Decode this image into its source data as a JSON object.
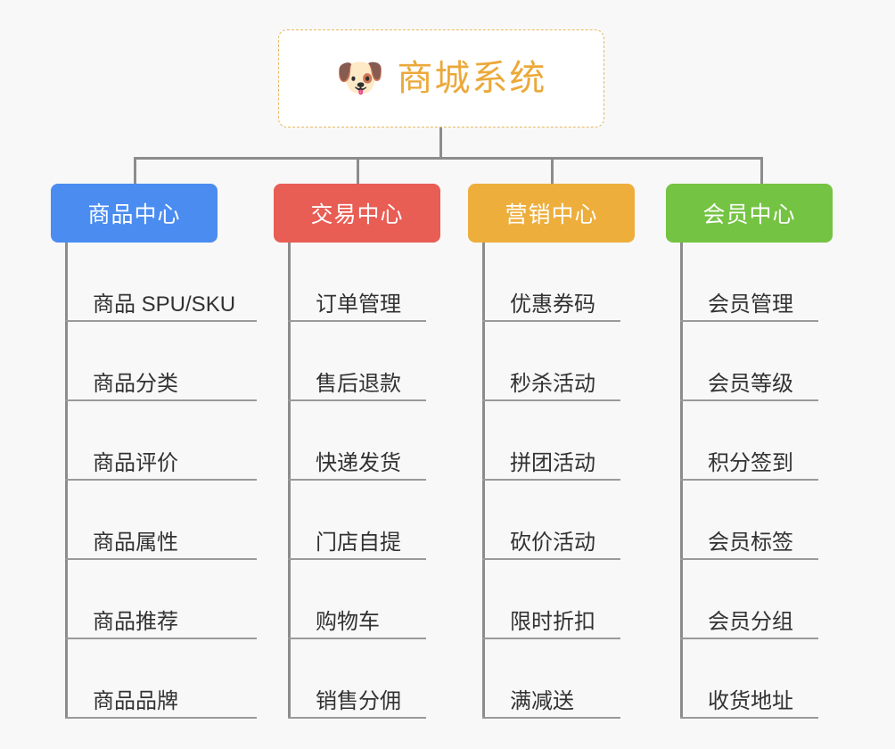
{
  "diagram": {
    "title": "商城系统",
    "background_color": "#f8f8f8",
    "root": {
      "label": "商城系统",
      "icon": "dog-face-emoji",
      "emoji": "🐶",
      "text_color": "#eba93a",
      "border_color": "#e8b960",
      "background_color": "#ffffff"
    },
    "connector_color": "#8c8c8c",
    "leaf_text_color": "#323232",
    "leaf_rule_color": "#9a9a9a",
    "categories": [
      {
        "label": "商品中心",
        "color": "#4a8cf0",
        "text_color": "#ffffff",
        "items": [
          "商品 SPU/SKU",
          "商品分类",
          "商品评价",
          "商品属性",
          "商品推荐",
          "商品品牌"
        ]
      },
      {
        "label": "交易中心",
        "color": "#e85d54",
        "text_color": "#ffffff",
        "items": [
          "订单管理",
          "售后退款",
          "快递发货",
          "门店自提",
          "购物车",
          "销售分佣"
        ]
      },
      {
        "label": "营销中心",
        "color": "#edae3c",
        "text_color": "#ffffff",
        "items": [
          "优惠券码",
          "秒杀活动",
          "拼团活动",
          "砍价活动",
          "限时折扣",
          "满减送"
        ]
      },
      {
        "label": "会员中心",
        "color": "#74c343",
        "text_color": "#ffffff",
        "items": [
          "会员管理",
          "会员等级",
          "积分签到",
          "会员标签",
          "会员分组",
          "收货地址"
        ]
      }
    ]
  },
  "layout": {
    "column_left": [
      57,
      307,
      525,
      747
    ],
    "column_header_width": [
      187,
      187,
      187,
      187
    ],
    "leaf_min_width": [
      215,
      150,
      150,
      155
    ]
  }
}
